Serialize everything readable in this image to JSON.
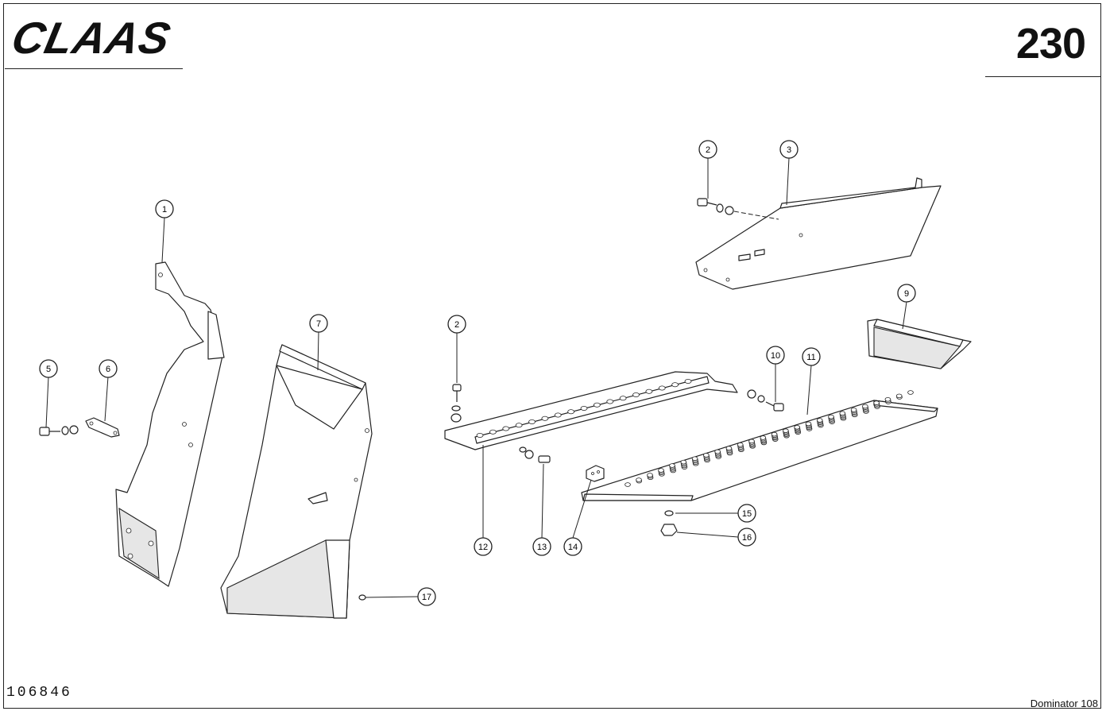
{
  "brand": "CLAAS",
  "page_number": "230",
  "drawing_number": "106846",
  "model": "Dominator 108",
  "callouts": [
    "1",
    "2",
    "3",
    "5",
    "6",
    "7",
    "2",
    "9",
    "10",
    "11",
    "12",
    "13",
    "14",
    "15",
    "16",
    "17"
  ]
}
